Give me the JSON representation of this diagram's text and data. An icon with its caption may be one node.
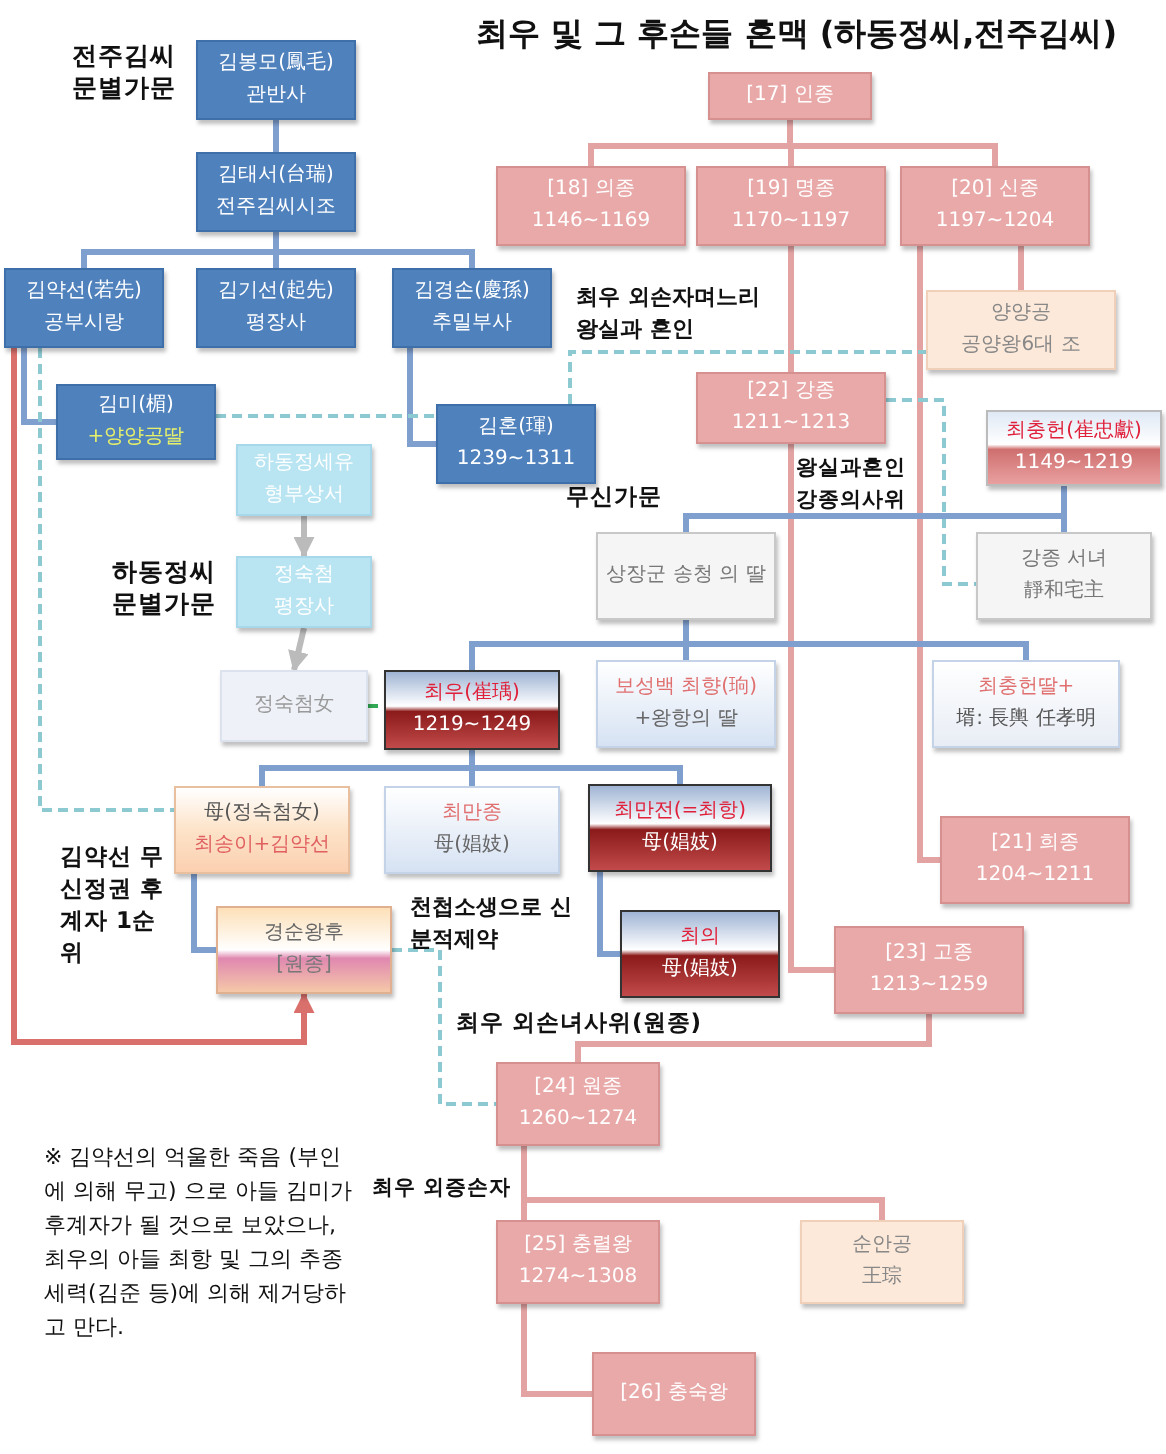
{
  "diagram": {
    "title": "최우 및 그 후손들 혼맥 (하동정씨,전주김씨)",
    "nodes": [
      {
        "text": [
          "[17] 인종"
        ]
      },
      {
        "text": [
          "[18] 의종",
          "1146~1169"
        ]
      },
      {
        "text": [
          "[19] 명종",
          "1170~1197"
        ]
      },
      {
        "text": [
          "[20] 신종",
          "1197~1204"
        ]
      },
      {
        "text": [
          "김봉모(鳳毛)",
          "관반사"
        ]
      },
      {
        "text": [
          "김태서(台瑞)",
          "전주김씨시조"
        ]
      },
      {
        "text": [
          "김약선(若先)",
          "공부시랑"
        ]
      },
      {
        "text": [
          "김기선(起先)",
          "평장사"
        ]
      },
      {
        "text": [
          "김경손(慶孫)",
          "추밀부사"
        ]
      },
      {
        "text": [
          "양양공",
          "공양왕6대 조"
        ]
      },
      {
        "text": [
          "김미(楣)",
          "+양양공딸"
        ]
      },
      {
        "text": [
          "김혼(琿)",
          "1239~1311"
        ]
      },
      {
        "text": [
          "[22] 강종",
          "1211~1213"
        ]
      },
      {
        "text": [
          "최충헌(崔忠獻)",
          "1149~1219"
        ]
      },
      {
        "text": [
          "하동정세유",
          "형부상서"
        ]
      },
      {
        "text": [
          "상장군 송청 의 딸"
        ]
      },
      {
        "text": [
          "강종 서녀",
          "靜和宅主"
        ]
      },
      {
        "text": [
          "정숙첨",
          "평장사"
        ]
      },
      {
        "text": [
          "정숙첨女"
        ]
      },
      {
        "text": [
          "최우(崔瑀)",
          "1219~1249"
        ]
      },
      {
        "text": [
          "보성백 최향(珦)",
          "+왕항의 딸"
        ]
      },
      {
        "text": [
          "최충헌딸+",
          "壻: 長輿 任孝明"
        ]
      },
      {
        "text": [
          "母(정숙첨女)",
          "최송이+김약선"
        ]
      },
      {
        "text": [
          "최만종",
          "母(娼妓)"
        ]
      },
      {
        "text": [
          "최만전(=최항)",
          "母(娼妓)"
        ]
      },
      {
        "text": [
          "[21] 희종",
          "1204~1211"
        ]
      },
      {
        "text": [
          "경순왕후",
          "[원종]"
        ]
      },
      {
        "text": [
          "최의",
          "母(娼妓)"
        ]
      },
      {
        "text": [
          "[23] 고종",
          "1213~1259"
        ]
      },
      {
        "text": [
          "[24] 원종",
          "1260~1274"
        ]
      },
      {
        "text": [
          "[25] 충렬왕",
          "1274~1308"
        ]
      },
      {
        "text": [
          "순안공",
          "王琮"
        ]
      },
      {
        "text": [
          "[26] 충숙왕"
        ]
      }
    ],
    "edges": [
      {
        "from": 0,
        "to": 1,
        "arrow": "none",
        "color": "#e3a3a3"
      },
      {
        "from": 0,
        "to": 2,
        "arrow": "none",
        "color": "#e3a3a3"
      },
      {
        "from": 0,
        "to": 3,
        "arrow": "none",
        "color": "#e3a3a3"
      },
      {
        "from": 3,
        "to": 9,
        "arrow": "none",
        "color": "#e3a3a3"
      },
      {
        "from": 3,
        "to": 25,
        "arrow": "none",
        "color": "#e3a3a3"
      },
      {
        "from": 2,
        "to": 12,
        "arrow": "none",
        "color": "#e3a3a3"
      },
      {
        "from": 12,
        "to": 28,
        "arrow": "none",
        "color": "#e3a3a3"
      },
      {
        "from": 28,
        "to": 29,
        "arrow": "none",
        "color": "#e3a3a3"
      },
      {
        "from": 29,
        "to": 30,
        "arrow": "none",
        "color": "#e3a3a3"
      },
      {
        "from": 29,
        "to": 31,
        "arrow": "none",
        "color": "#e3a3a3"
      },
      {
        "from": 30,
        "to": 32,
        "arrow": "none",
        "color": "#e3a3a3"
      },
      {
        "from": 4,
        "to": 5,
        "arrow": "none"
      },
      {
        "from": 5,
        "to": 6,
        "arrow": "none"
      },
      {
        "from": 5,
        "to": 7,
        "arrow": "none"
      },
      {
        "from": 5,
        "to": 8,
        "arrow": "none"
      },
      {
        "from": 6,
        "to": 10,
        "arrow": "none"
      },
      {
        "from": 8,
        "to": 11,
        "arrow": "none"
      },
      {
        "from": 6,
        "to": 26,
        "arrow": "to",
        "color": "#d9706c"
      },
      {
        "from": 6,
        "to": 22,
        "arrow": "none",
        "style": "dashed",
        "color": "#8cc9d0"
      },
      {
        "from": 10,
        "to": 11,
        "arrow": "none",
        "style": "dashed",
        "color": "#8cc9d0"
      },
      {
        "from": 11,
        "to": 9,
        "arrow": "none",
        "style": "dashed",
        "color": "#8cc9d0"
      },
      {
        "from": 12,
        "to": 16,
        "arrow": "none",
        "style": "dashed",
        "color": "#8cc9d0"
      },
      {
        "from": 26,
        "to": 29,
        "arrow": "none",
        "style": "dashed",
        "color": "#8cc9d0"
      },
      {
        "from": 18,
        "to": 19,
        "arrow": "none",
        "style": "dashed",
        "color": "#33aa55"
      },
      {
        "from": 14,
        "to": 17,
        "arrow": "to",
        "color": "#bbbbbb"
      },
      {
        "from": 17,
        "to": 18,
        "arrow": "to",
        "color": "#bbbbbb"
      },
      {
        "from": 13,
        "to": 15,
        "arrow": "none"
      },
      {
        "from": 13,
        "to": 16,
        "arrow": "none"
      },
      {
        "from": 15,
        "to": 19,
        "arrow": "none"
      },
      {
        "from": 15,
        "to": 20,
        "arrow": "none"
      },
      {
        "from": 15,
        "to": 21,
        "arrow": "none"
      },
      {
        "from": 19,
        "to": 22,
        "arrow": "none"
      },
      {
        "from": 19,
        "to": 23,
        "arrow": "none"
      },
      {
        "from": 19,
        "to": 24,
        "arrow": "none"
      },
      {
        "from": 22,
        "to": 26,
        "arrow": "none"
      },
      {
        "from": 24,
        "to": 27,
        "arrow": "none"
      }
    ],
    "labels": [
      "전주김씨 문별가문",
      "최우 외손자며느리 왕실과 혼인",
      "무신가문",
      "왕실과혼인",
      "강종의사위",
      "하동정씨 문별가문",
      "김약선 무신정권 후계자 1순위",
      "천첩소생으로 신분적제약",
      "최우 외손녀사위(원종)",
      "최우 외증손자",
      "※ 김약선의 억울한 죽음 (부인에 의해 무고) 으로 아들 김미가 후계자가 될 것으로 보았으나, 최우의 아들 최항 및 그의 추종세력(김준 등)에 의해 제거당하고 만다."
    ]
  }
}
